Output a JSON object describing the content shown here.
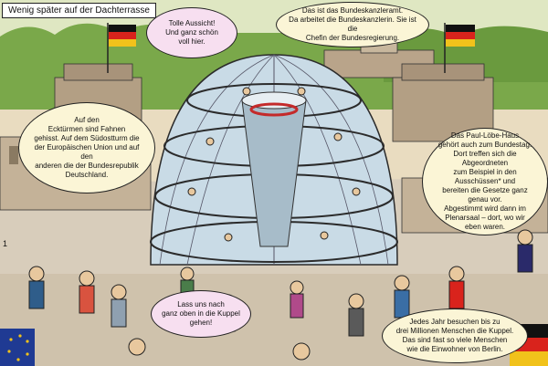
{
  "caption": "Wenig später auf der Dachterrasse",
  "bubbles": {
    "view": "Tolle Aussicht!\nUnd ganz schön\nvoll hier.",
    "chancellery": "Das ist das Bundeskanzleramt.\nDa arbeitet die Bundeskanzlerin. Sie ist die\nChefin der Bundesregierung.",
    "flags": "Auf den\nEcktürmen sind Fahnen\ngehisst. Auf dem Südostturm die\nder Europäischen Union und auf den\nanderen die der Bundesrepublik\nDeutschland.",
    "loebe_haus": "Das Paul-Löbe-Haus\ngehört auch zum Bundestag.\nDort treffen sich die Abgeordneten\nzum Beispiel in den Ausschüssen* und\nbereiten die Gesetze ganz genau vor.\nAbgestimmt wird dann im\nPlenarsaal – dort, wo wir\neben waren.",
    "dome": "Lass uns nach\nganz oben in die Kuppel\ngehen!",
    "visitors": "Jedes Jahr besuchen bis zu\ndrei Millionen Menschen die Kuppel.\nDas sind fast so viele Menschen\nwie die Einwohner von Berlin."
  },
  "page_number": "1",
  "colors": {
    "sky": "#d9e4b0",
    "trees": "#7aa84a",
    "building": "#b9a48a",
    "roof": "#d8cdbb",
    "dome_glass": "#c9dbe6",
    "flag_black": "#111111",
    "flag_red": "#d9231c",
    "flag_gold": "#f1c21b",
    "eu_blue": "#1f3a93"
  }
}
